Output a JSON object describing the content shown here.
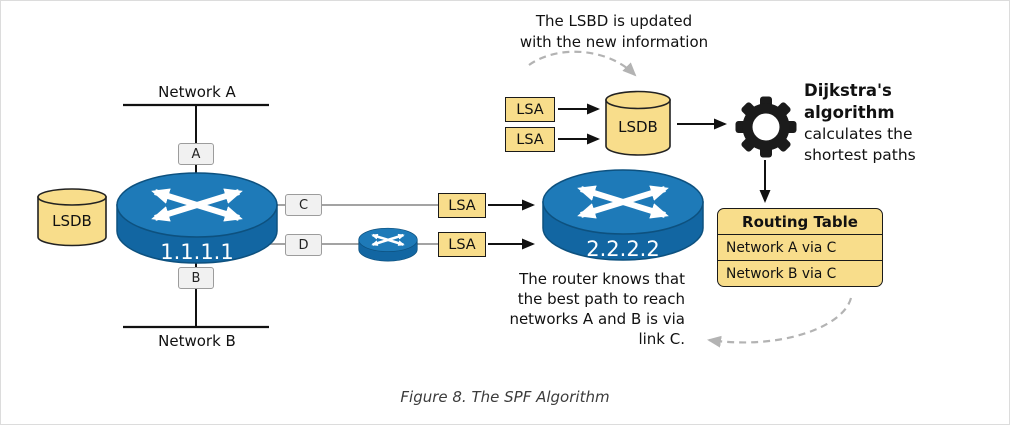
{
  "caption": "Figure 8. The SPF Algorithm",
  "colors": {
    "router_blue": "#1e7ab8",
    "router_blue_shade": "#1266a2",
    "note_yellow": "#f8dd8b",
    "line_gray": "#a3a3a3",
    "dashed_gray": "#b3b3b3"
  },
  "left_topology": {
    "network_a": "Network A",
    "network_b": "Network B",
    "interface_a": "A",
    "interface_b": "B",
    "interface_c": "C",
    "interface_d": "D",
    "lsdb": "LSDB",
    "router_id": "1.1.1.1",
    "lsa_on_link_c": "LSA",
    "lsa_on_link_d": "LSA"
  },
  "right_side": {
    "router_id": "2.2.2.2",
    "lsa_received_1": "LSA",
    "lsa_received_2": "LSA",
    "lsdb": "LSDB",
    "routing_table": {
      "title": "Routing Table",
      "rows": [
        "Network A via C",
        "Network B via C"
      ]
    }
  },
  "annotations": {
    "lsdb_update_note": [
      "The LSBD is updated",
      "with the new information"
    ],
    "dijkstra_note_bold": [
      "Dijkstra's",
      "algorithm"
    ],
    "dijkstra_note_rest": [
      "calculates the",
      "shortest paths"
    ],
    "best_path_note": [
      "The router knows that",
      "the best path to reach",
      "networks A and B is via",
      "link C."
    ]
  }
}
